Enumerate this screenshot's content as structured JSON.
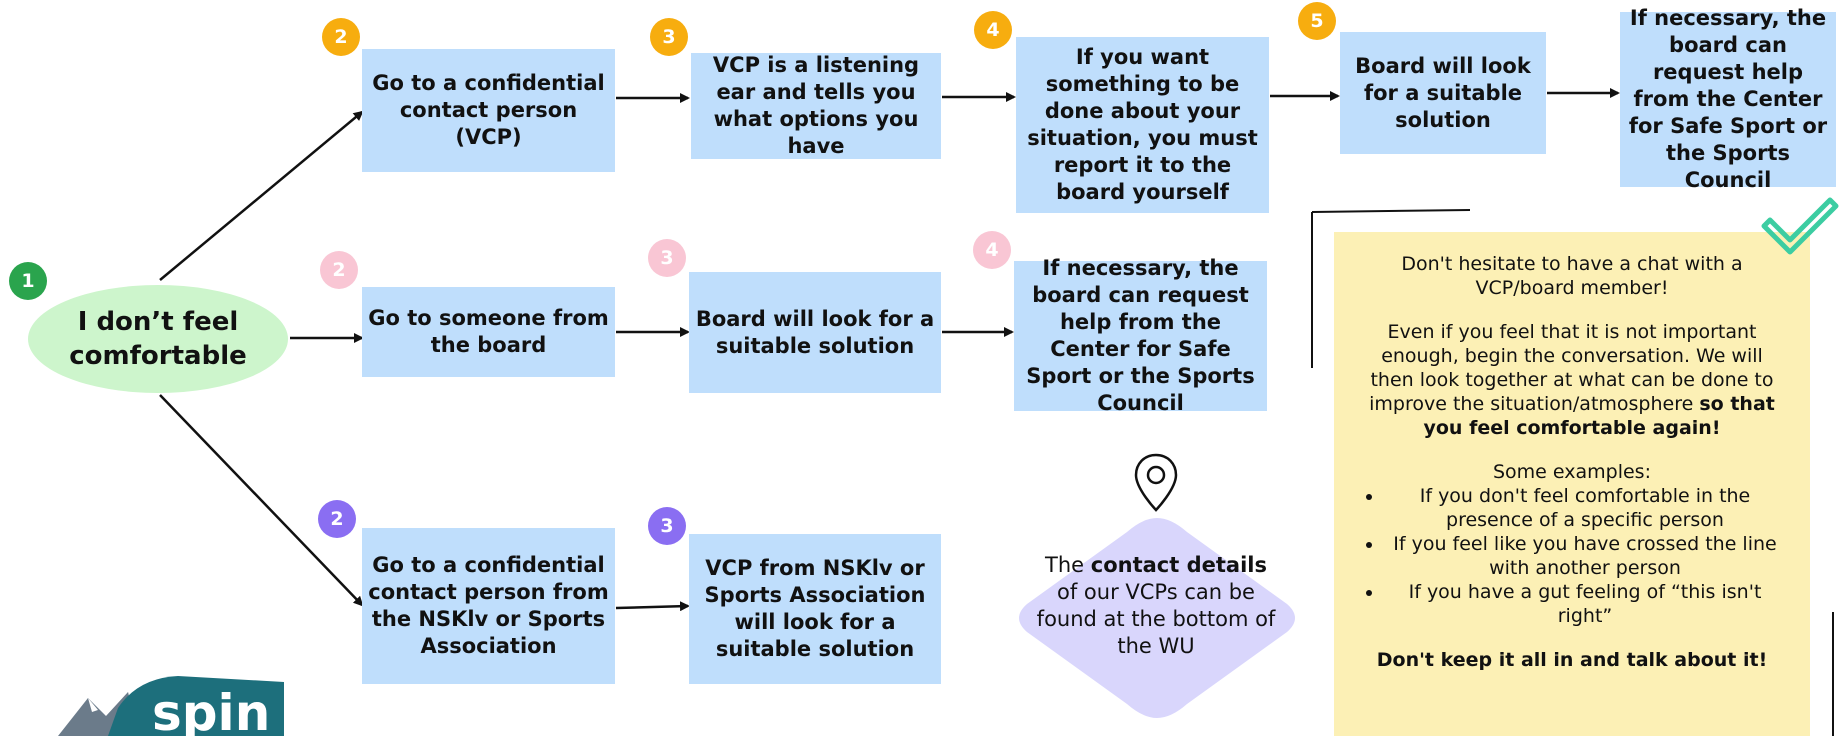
{
  "start": {
    "number": "1",
    "label": "I don’t feel comfortable"
  },
  "paths": [
    {
      "steps": [
        {
          "number": "2",
          "text": "Go to a confidential contact person (VCP)"
        },
        {
          "number": "3",
          "text": "VCP is a listening ear and tells you what options you have"
        },
        {
          "number": "4",
          "text": "If you want something to be done about your situation, you must report it to the board yourself"
        },
        {
          "number": "5",
          "text": "Board will look for a suitable solution"
        },
        {
          "number": "",
          "text": "If necessary, the board can request help from the Center for Safe Sport or the Sports Council"
        }
      ]
    },
    {
      "steps": [
        {
          "number": "2",
          "text": "Go to someone from the board"
        },
        {
          "number": "3",
          "text": "Board will look for a suitable solution"
        },
        {
          "number": "4",
          "text": "If necessary, the board can request help from the Center for Safe Sport or the Sports Council"
        }
      ]
    },
    {
      "steps": [
        {
          "number": "2",
          "text": "Go to a confidential contact person from the NSKlv or Sports Association"
        },
        {
          "number": "3",
          "text": "VCP from NSKlv or Sports Association will look for a suitable solution"
        }
      ]
    }
  ],
  "contact": {
    "pre": "The ",
    "bold": "contact details",
    "post": " of our VCPs can be found at the bottom of the WU",
    "icon": "location-pin-icon"
  },
  "note": {
    "intro": "Don't hesitate to have a chat with a VCP/board member!",
    "body": "Even if you feel that it is not important enough, begin the conversation. We will then look together at what can be done to improve the situation/atmosphere ",
    "body_bold": "so that you feel comfortable again!",
    "examples_title": "Some examples:",
    "examples": [
      "If you don't feel comfortable in the presence of a specific person",
      "If you feel like you have crossed the line with another person",
      "If you have a gut feeling of “this isn't right”"
    ],
    "closing": "Don't keep it all in and talk about it!",
    "icon": "checkmark-icon"
  },
  "logo": {
    "text": "spin"
  },
  "colors": {
    "box": "#bfdefc",
    "start": "#cdf5cc",
    "badge_path1": "#f7ad0f",
    "badge_path2": "#f9c6d4",
    "badge_path3": "#8a6ef2",
    "badge_start": "#2aa44d",
    "diamond": "#d9d6fc",
    "note": "#fcf0b5",
    "check": "#3ccda2"
  }
}
